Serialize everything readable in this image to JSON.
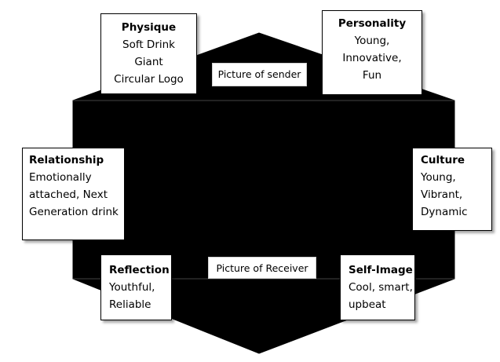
{
  "diagram": {
    "fill_color": "#000000",
    "sender_label": "Picture of sender",
    "receiver_label": "Picture of Receiver",
    "facets": {
      "physique": {
        "heading": "Physique",
        "lines": [
          "Soft Drink",
          "Giant",
          "Circular Logo"
        ]
      },
      "personality": {
        "heading": "Personality",
        "lines": [
          "Young,",
          "Innovative,",
          "Fun"
        ]
      },
      "relationship": {
        "heading": "Relationship",
        "lines": [
          "Emotionally",
          "attached, Next",
          "Generation drink"
        ]
      },
      "culture": {
        "heading": "Culture",
        "lines": [
          "Young,",
          "Vibrant,",
          "Dynamic"
        ]
      },
      "reflection": {
        "heading": "Reflection",
        "lines": [
          "Youthful,",
          "Reliable"
        ]
      },
      "self_image": {
        "heading": "Self-Image",
        "lines": [
          "Cool, smart,",
          "upbeat"
        ]
      }
    }
  }
}
